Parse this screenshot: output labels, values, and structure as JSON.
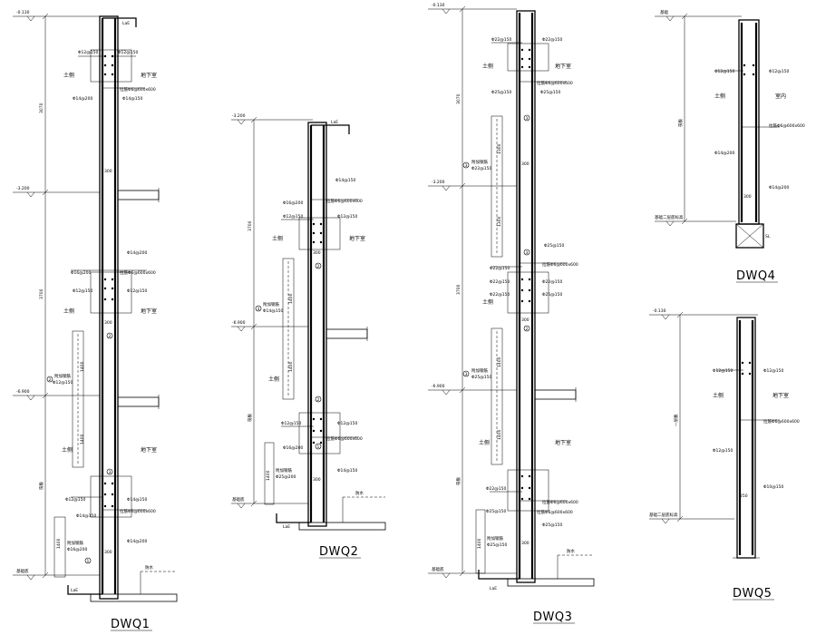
{
  "drawings": [
    {
      "id": "DWQ1",
      "title": "DWQ1",
      "levels": [
        "-0.130",
        "-3.200",
        "-6.900",
        "基础底"
      ],
      "dims": [
        "3070",
        "3700",
        "筏板",
        "1400",
        "1400",
        "1400"
      ],
      "wall_thk": [
        "300",
        "300",
        "300"
      ],
      "rebar": [
        "Φ12@150",
        "Φ12@150",
        "Φ14@200",
        "Φ14@150",
        "Φ14@200",
        "Φ12@150",
        "Φ12@150",
        "Φ16@200",
        "Φ12@150",
        "Φ12@150",
        "Φ14@150",
        "Φ14@150",
        "Φ16@200",
        "Φ14@200"
      ],
      "tie": [
        "拉筋Φ6@600x600",
        "拉筋Φ6@600x600",
        "拉筋Φ6@600x600"
      ],
      "notes": [
        "LaE",
        "LaE",
        "土侧",
        "土侧",
        "地下室",
        "地下室",
        "附加钢筋",
        "附加钢筋",
        "防水"
      ],
      "markers": [
        "1",
        "2",
        "2",
        "3"
      ]
    },
    {
      "id": "DWQ2",
      "title": "DWQ2",
      "levels": [
        "-3.200",
        "-6.900",
        "基础底"
      ],
      "dims": [
        "3700",
        "筏板",
        "1400",
        "1400",
        "1400"
      ],
      "wall_thk": [
        "300",
        "300"
      ],
      "rebar": [
        "Φ14@150",
        "Φ16@200",
        "Φ12@150",
        "Φ12@150",
        "Φ12@150",
        "Φ12@150",
        "Φ16@200",
        "Φ14@150",
        "Φ25@200"
      ],
      "tie": [
        "拉筋Φ6@600x600",
        "拉筋Φ6@600x600"
      ],
      "notes": [
        "LaE",
        "LaE",
        "土侧",
        "土侧",
        "地下室",
        "附加钢筋",
        "附加钢筋",
        "防水"
      ],
      "markers": [
        "1",
        "2",
        "2",
        "3"
      ]
    },
    {
      "id": "DWQ3",
      "title": "DWQ3",
      "levels": [
        "-0.130",
        "-3.200",
        "-6.900",
        "基础底"
      ],
      "dims": [
        "3070",
        "3700",
        "1300",
        "1300",
        "1400",
        "1400",
        "筏板",
        "1400"
      ],
      "wall_thk": [
        "300",
        "300",
        "300"
      ],
      "rebar": [
        "Φ22@150",
        "Φ22@150",
        "Φ25@150",
        "Φ25@150",
        "Φ22@150",
        "Φ25@150",
        "Φ22@150",
        "Φ22@150",
        "Φ22@150",
        "Φ22@150",
        "Φ25@150",
        "Φ25@150",
        "Φ22@150",
        "Φ25@150"
      ],
      "tie": [
        "拉筋Φ6@600x600",
        "拉筋Φ6@600x600",
        "拉筋Φ6@600x600",
        "拉筋Φ6@600x600"
      ],
      "notes": [
        "LaE",
        "土侧",
        "土侧",
        "地下室",
        "附加钢筋",
        "附加钢筋",
        "附加钢筋",
        "防水"
      ],
      "markers": [
        "3",
        "3",
        "3",
        "2"
      ]
    },
    {
      "id": "DWQ4",
      "title": "DWQ4",
      "levels": [
        "基础",
        "基础二层底标高"
      ],
      "dims": [
        "筏板"
      ],
      "wall_thk": [
        "300"
      ],
      "rebar": [
        "Φ12@150",
        "Φ12@150",
        "Φ14@200",
        "Φ14@200"
      ],
      "tie": [
        "拉筋Φ6@600x600"
      ],
      "notes": [
        "土侧",
        "室内",
        "SL"
      ],
      "markers": []
    },
    {
      "id": "DWQ5",
      "title": "DWQ5",
      "levels": [
        "-0.130",
        "基础二层底标高"
      ],
      "dims": [
        "一层板"
      ],
      "wall_thk": [
        "250"
      ],
      "rebar": [
        "Φ12@150",
        "Φ12@150",
        "Φ12@150",
        "Φ10@150"
      ],
      "tie": [
        "拉筋Φ6@600x600"
      ],
      "notes": [
        "土侧",
        "地下室"
      ],
      "markers": []
    }
  ]
}
